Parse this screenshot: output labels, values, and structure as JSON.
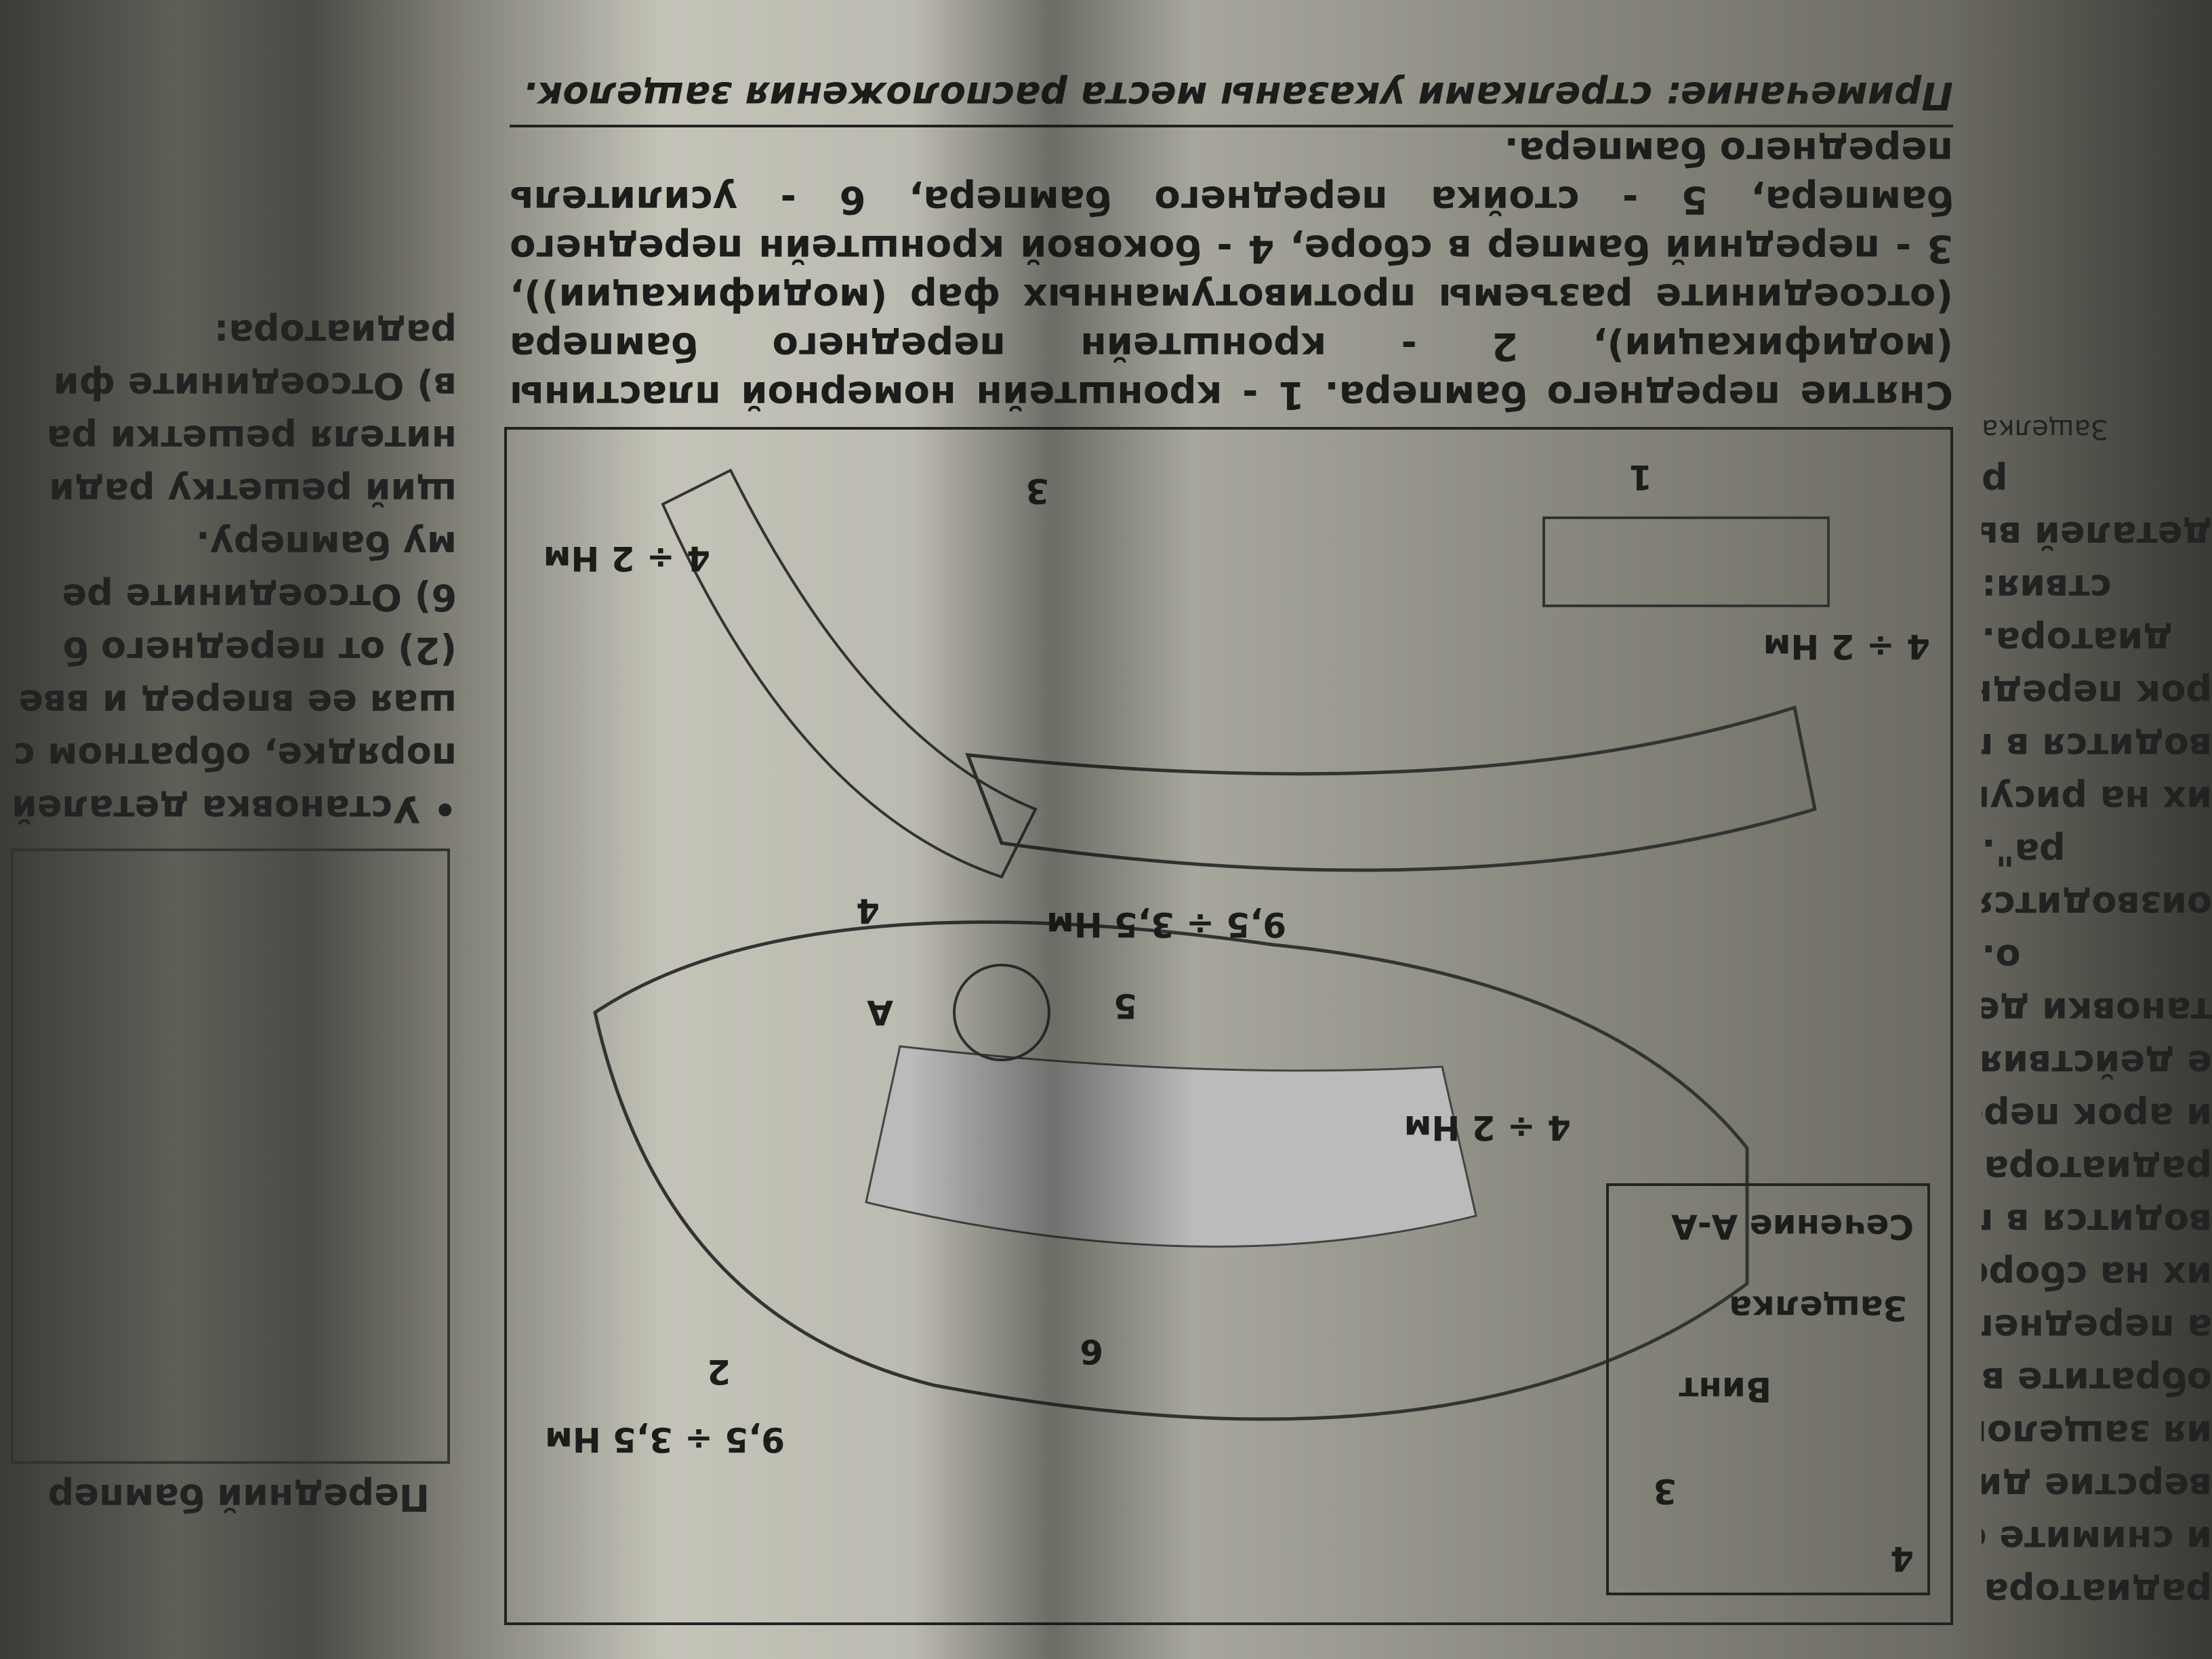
{
  "caption": "Снятие переднего бампера. 1 - кронштейн номерной пластины (модификации), 2 - кронштейн переднего бампера (отсоедините разъемы противотуманных фар (модификации)), 3 - передний бампер в сборе, 4 - боковой кронштейн переднего бампера, 5 - стойка переднего бампера, 6 - усилитель переднего бампера.",
  "note": "Примечание: стрелками указаны места расположения защелок.",
  "diagram": {
    "section_title": "Сечение А-А",
    "latch": "Защелка",
    "screw": "Винт",
    "torque_small": "4 ÷ 2 Нм",
    "torque_large": "9,5 ÷ 3,5 Нм",
    "section_mark": "А",
    "parts": [
      "1",
      "2",
      "3",
      "4",
      "5",
      "6"
    ]
  },
  "left_page_lines": [
    "радиатора.",
    "и снимите ее.",
    "верстие диа-",
    "ия защелок.",
    "обратите вни-",
    "а переднего",
    "их на сбороч-",
    "водится в по-",
    "радиатора.",
    "и арок перед-",
    "е действия:",
    "тановки дета-",
    "о.",
    "оизводится в",
    "ра\".",
    "их на рисунке",
    "водится в по-",
    "рок передних",
    "диатора.",
    "ствия:",
    "деталей вы-",
    "р"
  ],
  "right_page": {
    "figure_label": "Передний бампер",
    "lines": [
      "• Установка деталей",
      "порядке, обратном с",
      "шая ее вперед и вве",
      "(2) от переднего б",
      "6) Отсоедините ре",
      "му бамперу.",
      "щий решетку ради",
      "нителя решетки ра",
      "в) Отсоедините фи",
      "радиатора:"
    ]
  },
  "edge_label": "Защелка"
}
